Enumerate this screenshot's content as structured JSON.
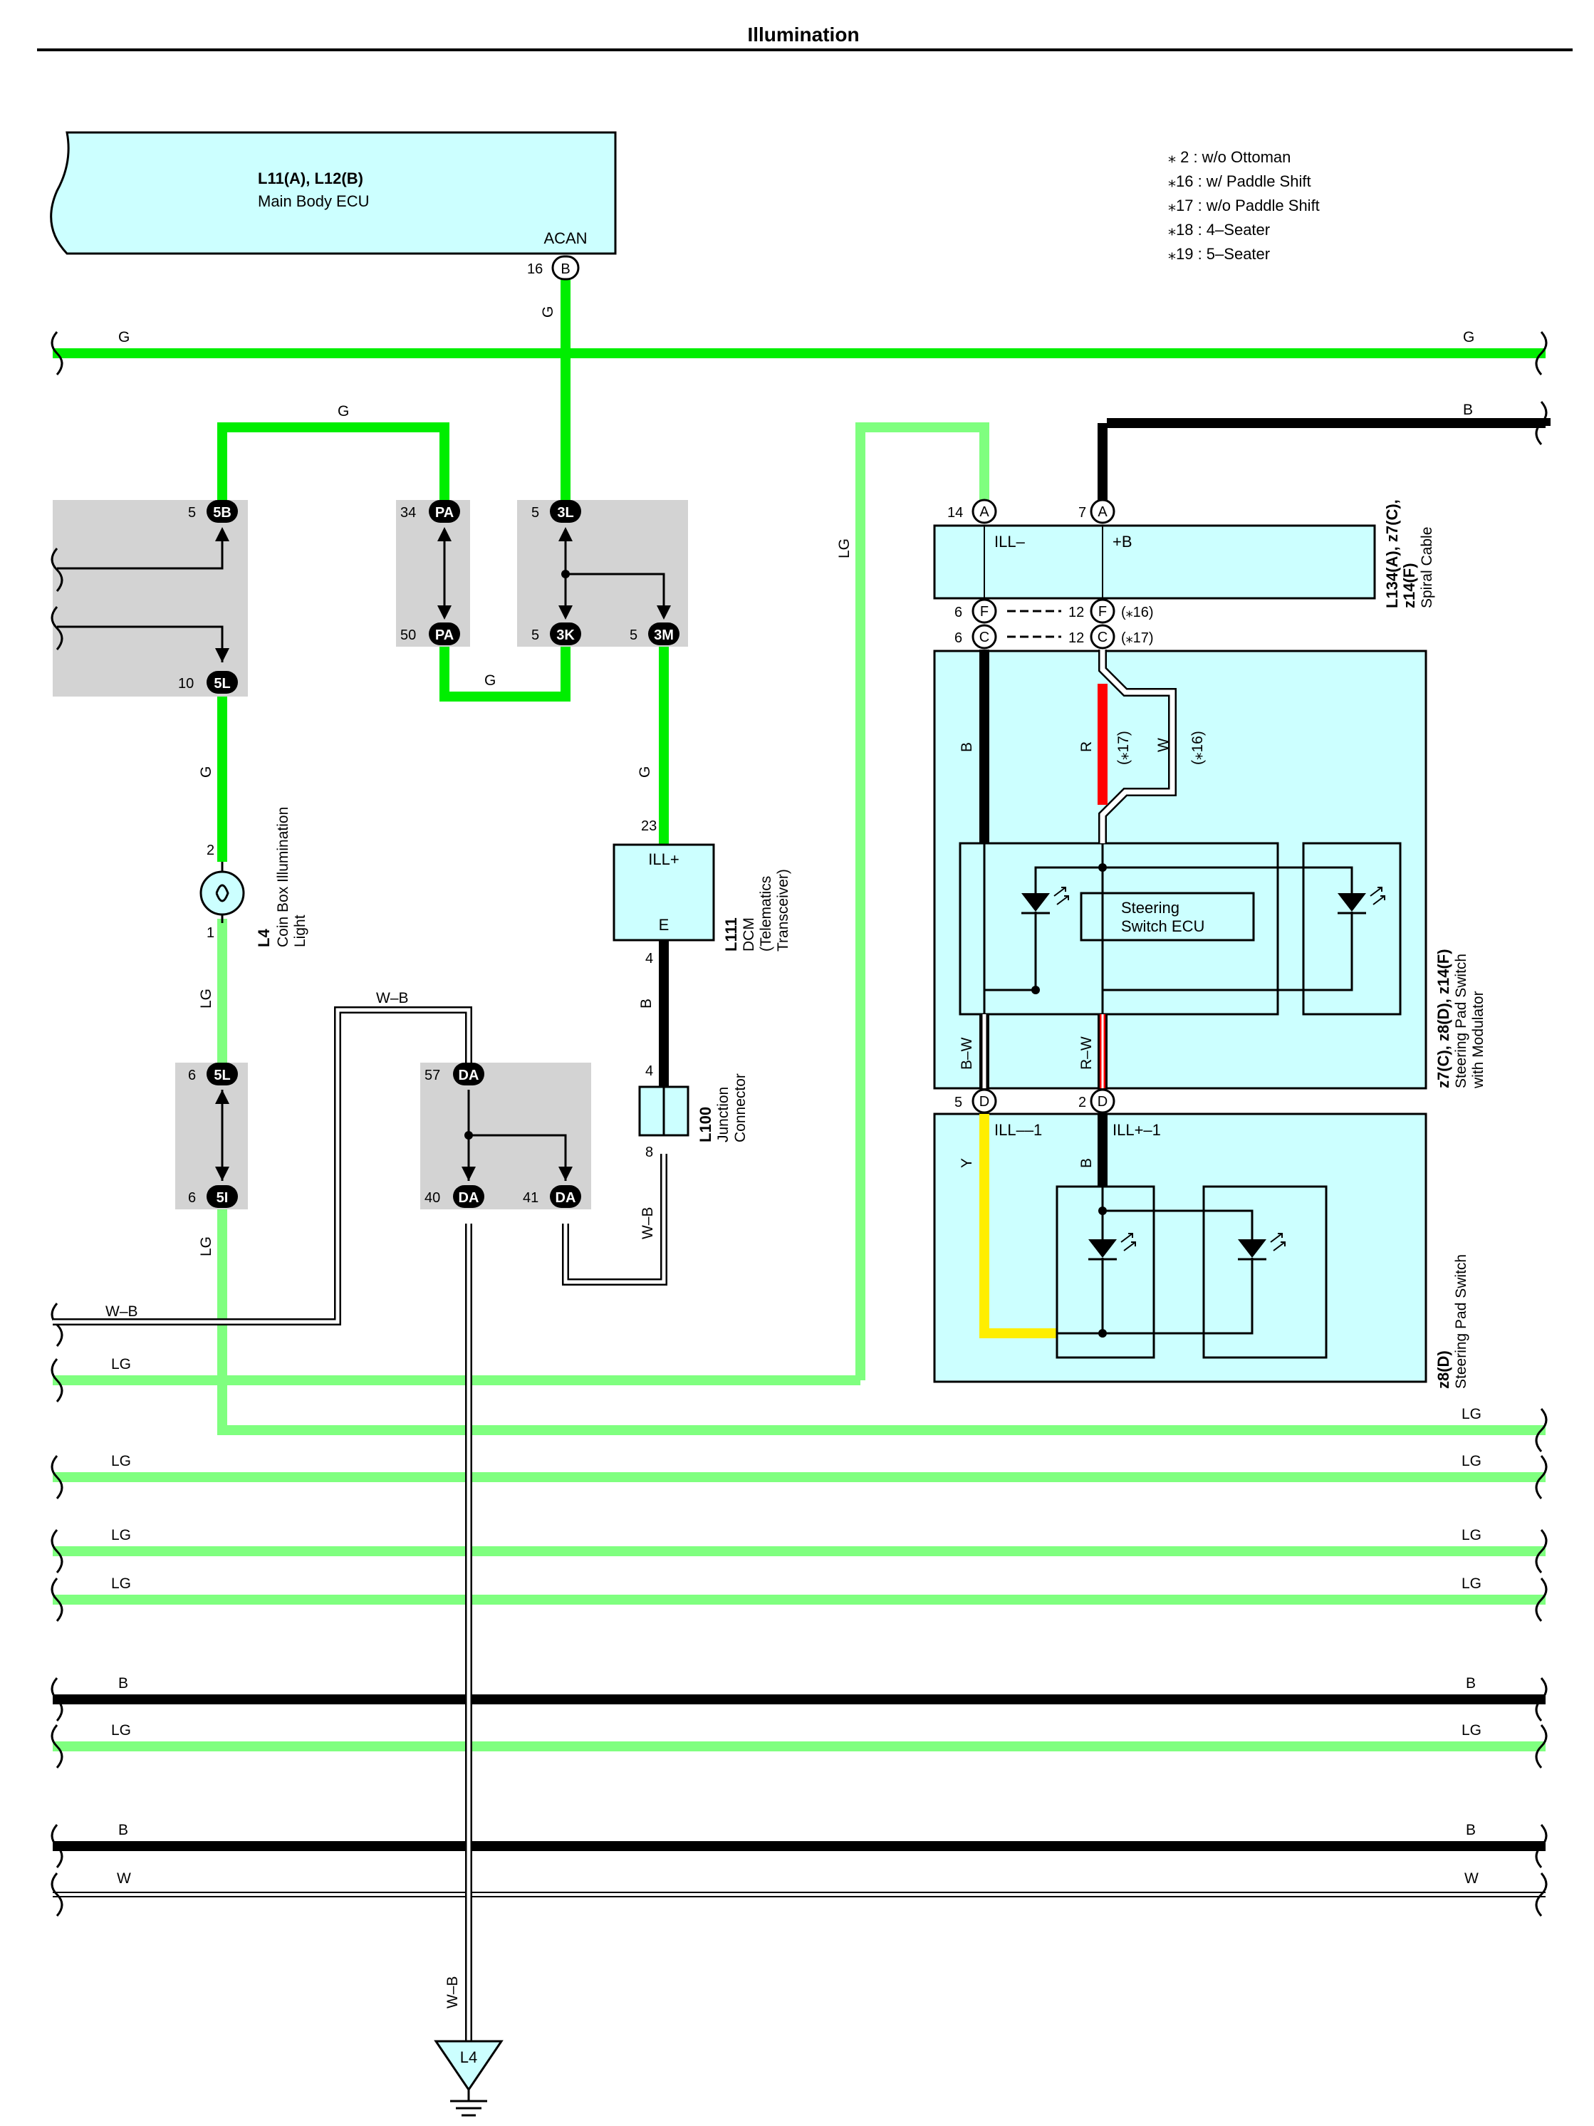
{
  "title": "Illumination",
  "notes": [
    "⁎ 2 : w/o Ottoman",
    "⁎16 : w/ Paddle Shift",
    "⁎17 : w/o Paddle Shift",
    "⁎18 : 4–Seater",
    "⁎19 : 5–Seater"
  ],
  "components": {
    "main_ecu": {
      "code": "L11(A), L12(B)",
      "name": "Main Body ECU",
      "terminal": "ACAN"
    },
    "coin_box": {
      "code": "L4",
      "name1": "Coin Box Illumination",
      "name2": "Light"
    },
    "dcm": {
      "code": "L111",
      "name1": "DCM",
      "name2": "(Telematics",
      "name3": "Transceiver)",
      "pin_top": "ILL+",
      "pin_bottom": "E"
    },
    "junction": {
      "code": "L100",
      "name1": "Junction",
      "name2": "Connector"
    },
    "spiral": {
      "code1": "L134(A), z7(C),",
      "code2": "z14(F)",
      "name": "Spiral Cable",
      "pin_left": "ILL–",
      "pin_right": "+B"
    },
    "steering_mod": {
      "code": "z7(C), z8(D), z14(F)",
      "name1": "Steering Pad Switch",
      "name2": "with Modulator",
      "ecu1": "Steering",
      "ecu2": "Switch ECU"
    },
    "steering_pad": {
      "code": "z8(D)",
      "name": "Steering Pad Switch",
      "pin_left": "ILL––1",
      "pin_right": "ILL+–1"
    },
    "ground": {
      "code": "L4"
    }
  },
  "connectors": {
    "c_b": "B",
    "c_5b": "5B",
    "c_5l": "5L",
    "c_pa": "PA",
    "c_3l": "3L",
    "c_3k": "3K",
    "c_3m": "3M",
    "c_5i": "5I",
    "c_da": "DA",
    "c_a": "A",
    "c_f": "F",
    "c_c": "C",
    "c_d": "D"
  },
  "pins": {
    "p16": "16",
    "p5": "5",
    "p10": "10",
    "p34": "34",
    "p50": "50",
    "p23": "23",
    "p4": "4",
    "p8": "8",
    "p2": "2",
    "p1": "1",
    "p6": "6",
    "p57": "57",
    "p40": "40",
    "p41": "41",
    "p14": "14",
    "p7": "7",
    "p12": "12"
  },
  "variants": {
    "v16": "(⁎16)",
    "v17": "(⁎17)"
  },
  "wires": {
    "G": "G",
    "LG": "LG",
    "B": "B",
    "W": "W",
    "WB": "W–B",
    "R": "R",
    "BW": "B–W",
    "RW": "R–W",
    "Y": "Y",
    "v17": "(⁎17)",
    "v16": "(⁎16)"
  },
  "colors": {
    "G": "#00ee00",
    "LG": "#7fff7f",
    "B": "#000000",
    "R": "#ff0000",
    "Y": "#ffee00",
    "component_fill": "#ccffff",
    "splice_fill": "#d3d3d3"
  }
}
